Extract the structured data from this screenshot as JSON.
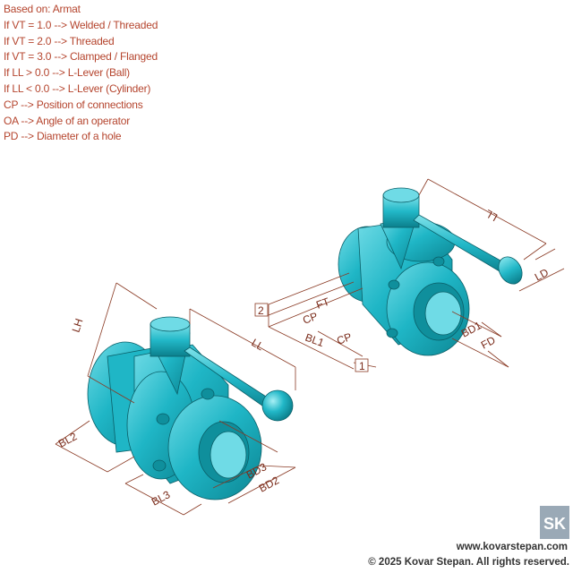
{
  "notes": [
    "Based on: Armat",
    "If VT = 1.0  --> Welded / Threaded",
    "If VT = 2.0 --> Threaded",
    "If VT = 3.0 --> Clamped / Flanged",
    "If LL > 0.0 --> L-Lever (Ball)",
    "If LL < 0.0 --> L-Lever (Cylinder)",
    "CP --> Position of connections",
    "OA --> Angle of an operator",
    "PD --> Diameter of a hole"
  ],
  "left_valve_dims": {
    "lh": "LH",
    "ll": "LL",
    "bl2": "BL2",
    "bl3": "BL3",
    "bd3": "BD3",
    "bd2": "BD2"
  },
  "right_valve_dims": {
    "ll": "LL",
    "ld": "LD",
    "ft": "FT",
    "cp_upper": "CP",
    "bl1": "BL1",
    "cp_lower": "CP",
    "bd1": "BD1",
    "fd": "FD",
    "pos2": "2",
    "pos1": "1"
  },
  "logo": {
    "text": "SK"
  },
  "footer": {
    "url": "www.kovarstepan.com",
    "copyright": "© 2025 Kovar Stepan. All rights reserved."
  },
  "colors": {
    "body": "#1fb6c6",
    "body_dark": "#0f8f9c",
    "body_light": "#6fdbe6",
    "dimension": "#8a3a24",
    "notes_text": "#b5452e"
  }
}
